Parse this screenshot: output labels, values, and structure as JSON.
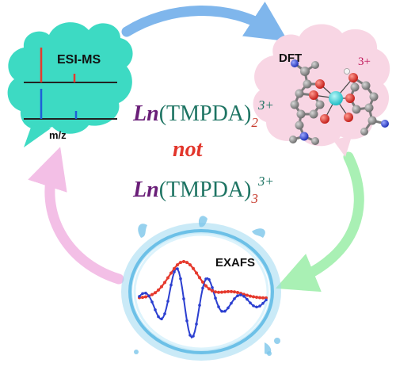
{
  "colors": {
    "esi_cloud": "#3ddac3",
    "dft_cloud": "#f8d6e4",
    "arrow_blue": "#7fb6ec",
    "arrow_green": "#a9f0b4",
    "arrow_pink": "#f3bfe6",
    "peak_red": "#e53a2e",
    "peak_blue": "#1e5fd8",
    "formula_ln": "#6a1e78",
    "formula_tmpda": "#1e7463",
    "formula_sub": "#c6392b",
    "not_red": "#e2352b",
    "exafs_red": "#e53a2e",
    "exafs_blue": "#2b3fd0",
    "water": "#6cc0e6",
    "atom_c": "#8f8f8f",
    "atom_o": "#e0312d",
    "atom_n": "#3c4fd8",
    "atom_ln": "#2fd2d6",
    "atom_h": "#f4f4f4"
  },
  "esi_ms": {
    "title": "ESI-MS",
    "axis_label": "m/z"
  },
  "dft": {
    "title": "DFT",
    "charge": "3+"
  },
  "exafs": {
    "title": "EXAFS"
  },
  "formula_top": {
    "ln": "Ln",
    "ligand": "(TMPDA)",
    "sub": "2",
    "sup": "3+"
  },
  "not_text": "not",
  "formula_bottom": {
    "ln": "Ln",
    "ligand": "(TMPDA)",
    "sub": "3",
    "sup": "3+"
  }
}
